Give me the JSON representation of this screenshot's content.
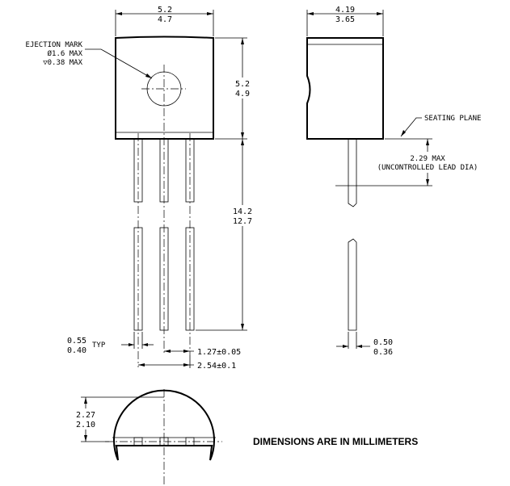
{
  "front_view": {
    "body_width_max": "5.2",
    "body_width_min": "4.7",
    "body_height_max": "5.2",
    "body_height_min": "4.9",
    "lead_length_max": "14.2",
    "lead_length_min": "12.7",
    "ejection": {
      "title": "EJECTION MARK",
      "diameter": "Ø1.6 MAX",
      "depth": "▽0.38 MAX"
    },
    "lead_width_max": "0.55",
    "lead_width_min": "0.40",
    "lead_width_note": "TYP",
    "pitch": "1.27±0.05",
    "span": "2.54±0.1"
  },
  "side_view": {
    "thickness_max": "4.19",
    "thickness_min": "3.65",
    "seating_plane": "SEATING PLANE",
    "uncontrolled_max": "2.29 MAX",
    "uncontrolled_note": "(UNCONTROLLED LEAD DIA)",
    "lead_thickness_max": "0.50",
    "lead_thickness_min": "0.36"
  },
  "bottom_view": {
    "height_max": "2.27",
    "height_min": "2.10"
  },
  "note": "DIMENSIONS ARE IN MILLIMETERS"
}
